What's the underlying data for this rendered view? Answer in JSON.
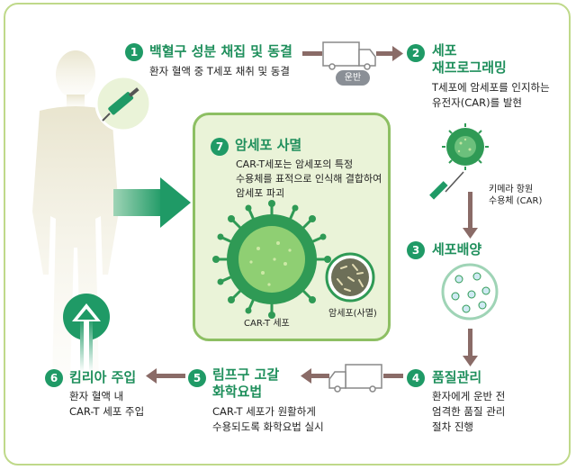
{
  "steps": [
    {
      "num": "1",
      "title": "백혈구 성분 채집 및 동결",
      "desc": "환자 혈액 중 T세포 채취 및 동결"
    },
    {
      "num": "2",
      "title_line1": "세포",
      "title_line2": "재프로그래밍",
      "desc_line1": "T세포에 암세포를 인지하는",
      "desc_line2": "유전자(CAR)를 발현"
    },
    {
      "num": "3",
      "title": "세포배양"
    },
    {
      "num": "4",
      "title": "품질관리",
      "desc_line1": "환자에게 운반 전",
      "desc_line2": "엄격한 품질 관리",
      "desc_line3": "절차 진행"
    },
    {
      "num": "5",
      "title_line1": "림프구 고갈",
      "title_line2": "화학요법",
      "desc_line1": "CAR-T 세포가 원활하게",
      "desc_line2": "수용되도록 화학요법 실시"
    },
    {
      "num": "6",
      "title": "킴리아 주입",
      "desc_line1": "환자 혈액 내",
      "desc_line2": "CAR-T 세포 주입"
    },
    {
      "num": "7",
      "title": "암세포 사멸",
      "desc_line1": "CAR-T세포는 암세포의 특정",
      "desc_line2": "수용체를 표적으로 인식해 결합하여",
      "desc_line3": "암세포 파괴"
    }
  ],
  "labels": {
    "transport": "운반",
    "car_receptor_line1": "키메라 항원",
    "car_receptor_line2": "수용체 (CAR)",
    "cart_cell": "CAR-T 세포",
    "cancer_dead": "암세포(사멸)"
  },
  "colors": {
    "accent_green": "#1f9a66",
    "title_green": "#1f8f5c",
    "cell_green": "#2f9a55",
    "panel_bg": "#eaf3d8",
    "arrow_brown": "#8a6b67"
  }
}
